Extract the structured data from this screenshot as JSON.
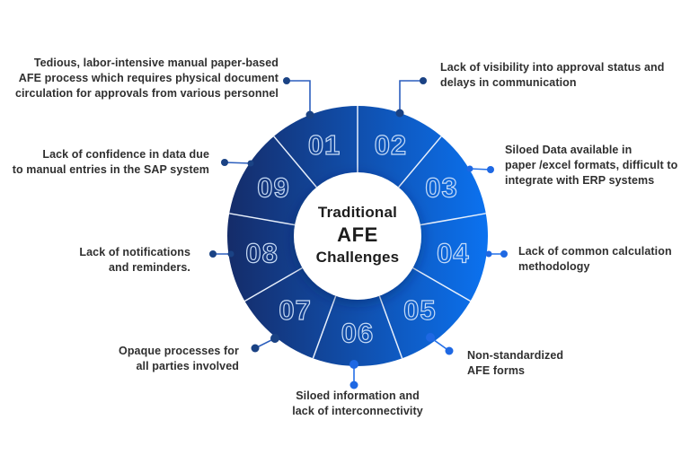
{
  "center": {
    "line1": "Traditional",
    "line2": "AFE",
    "line3": "Challenges"
  },
  "segments": [
    {
      "number": "01",
      "label": "Tedious, labor-intensive manual paper-based\nAFE process which requires physical document\ncirculation for  approvals from various personnel"
    },
    {
      "number": "02",
      "label": "Lack of visibility into approval status and\ndelays in communication"
    },
    {
      "number": "03",
      "label": "Siloed Data available in\npaper /excel formats, difficult to\nintegrate with ERP systems"
    },
    {
      "number": "04",
      "label": "Lack of common calculation\nmethodology"
    },
    {
      "number": "05",
      "label": "Non-standardized\nAFE forms"
    },
    {
      "number": "06",
      "label": "Siloed information and\nlack of interconnectivity"
    },
    {
      "number": "07",
      "label": "Opaque processes for\nall parties involved"
    },
    {
      "number": "08",
      "label": "Lack of notifications\nand reminders."
    },
    {
      "number": "09",
      "label": "Lack of confidence in data due\nto manual entries in the SAP system"
    }
  ],
  "colors": {
    "wheel_gradient_start": "#152C69",
    "wheel_gradient_end": "#0B72F0",
    "divider": "#E8F0FC",
    "number_outline": "#CFE2FA",
    "connector_line_navy": "#2C5FBE",
    "connector_dot_navy": "#1A4284",
    "connector_line_blue": "#2470E8",
    "connector_dot_blue": "#1E68E3",
    "center_fill": "#FFFFFF",
    "label_text": "#2F2F2F",
    "title_text": "#1D1D1D"
  }
}
